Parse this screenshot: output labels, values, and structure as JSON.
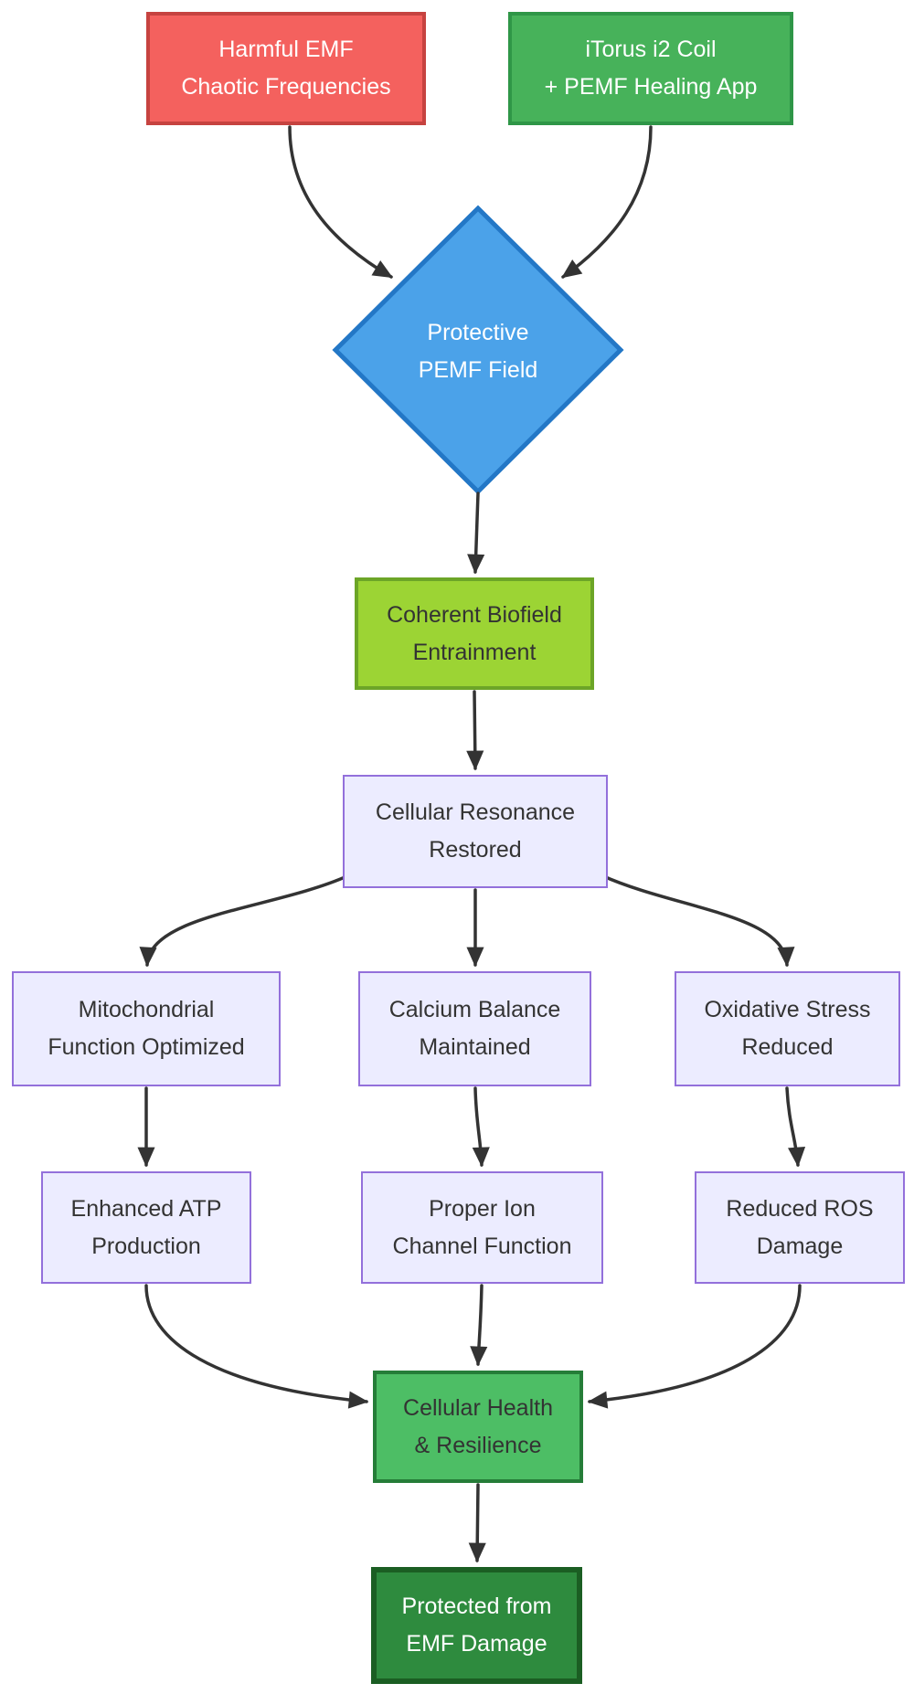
{
  "diagram": {
    "type": "flowchart",
    "direction": "top-down",
    "colors": {
      "background": "#FFFFFF",
      "edge-color": "#333333",
      "dark-text": "#333333",
      "light-text": "#FFFFFF",
      "red-fill": "#F4615E",
      "red-border": "#C64340",
      "green-fill": "#47B25A",
      "green-border": "#2F9647",
      "blue-fill": "#4BA2E9",
      "blue-border": "#2377C6",
      "lime-fill": "#9CD434",
      "lime-border": "#6CA527",
      "lavender-fill": "#ECECFF",
      "lavender-border": "#9370DB",
      "health-fill": "#4DBE65",
      "health-border": "#257D38",
      "protected-fill": "#2E8B3E",
      "protected-border": "#1B5E23"
    },
    "nodes": {
      "harmful": {
        "line1": "Harmful EMF",
        "line2": "Chaotic Frequencies",
        "shape": "rect",
        "color_role": "red"
      },
      "itorus": {
        "line1": "iTorus i2 Coil",
        "line2": "+ PEMF Healing App",
        "shape": "rect",
        "color_role": "green"
      },
      "field": {
        "line1": "Protective",
        "line2": "PEMF Field",
        "shape": "diamond",
        "color_role": "blue"
      },
      "coherent": {
        "line1": "Coherent Biofield",
        "line2": "Entrainment",
        "shape": "rect",
        "color_role": "lime"
      },
      "resonance": {
        "line1": "Cellular Resonance",
        "line2": "Restored",
        "shape": "rect",
        "color_role": "lavender"
      },
      "mito": {
        "line1": "Mitochondrial",
        "line2": "Function Optimized",
        "shape": "rect",
        "color_role": "lavender"
      },
      "calcium": {
        "line1": "Calcium Balance",
        "line2": "Maintained",
        "shape": "rect",
        "color_role": "lavender"
      },
      "oxidative": {
        "line1": "Oxidative Stress",
        "line2": "Reduced",
        "shape": "rect",
        "color_role": "lavender"
      },
      "atp": {
        "line1": "Enhanced ATP",
        "line2": "Production",
        "shape": "rect",
        "color_role": "lavender"
      },
      "ion": {
        "line1": "Proper Ion",
        "line2": "Channel Function",
        "shape": "rect",
        "color_role": "lavender"
      },
      "ros": {
        "line1": "Reduced ROS",
        "line2": "Damage",
        "shape": "rect",
        "color_role": "lavender"
      },
      "health": {
        "line1": "Cellular Health",
        "line2": "& Resilience",
        "shape": "rect",
        "color_role": "health"
      },
      "protected": {
        "line1": "Protected from",
        "line2": "EMF Damage",
        "shape": "rect",
        "color_role": "protected"
      }
    },
    "edges": [
      {
        "from": "harmful",
        "to": "field",
        "arrow": true
      },
      {
        "from": "itorus",
        "to": "field",
        "arrow": true
      },
      {
        "from": "field",
        "to": "coherent",
        "arrow": true
      },
      {
        "from": "coherent",
        "to": "resonance",
        "arrow": true
      },
      {
        "from": "resonance",
        "to": "mito",
        "arrow": true
      },
      {
        "from": "resonance",
        "to": "calcium",
        "arrow": true
      },
      {
        "from": "resonance",
        "to": "oxidative",
        "arrow": true
      },
      {
        "from": "mito",
        "to": "atp",
        "arrow": true
      },
      {
        "from": "calcium",
        "to": "ion",
        "arrow": true
      },
      {
        "from": "oxidative",
        "to": "ros",
        "arrow": true
      },
      {
        "from": "atp",
        "to": "health",
        "arrow": true
      },
      {
        "from": "ion",
        "to": "health",
        "arrow": true
      },
      {
        "from": "ros",
        "to": "health",
        "arrow": true
      },
      {
        "from": "health",
        "to": "protected",
        "arrow": true
      }
    ]
  }
}
